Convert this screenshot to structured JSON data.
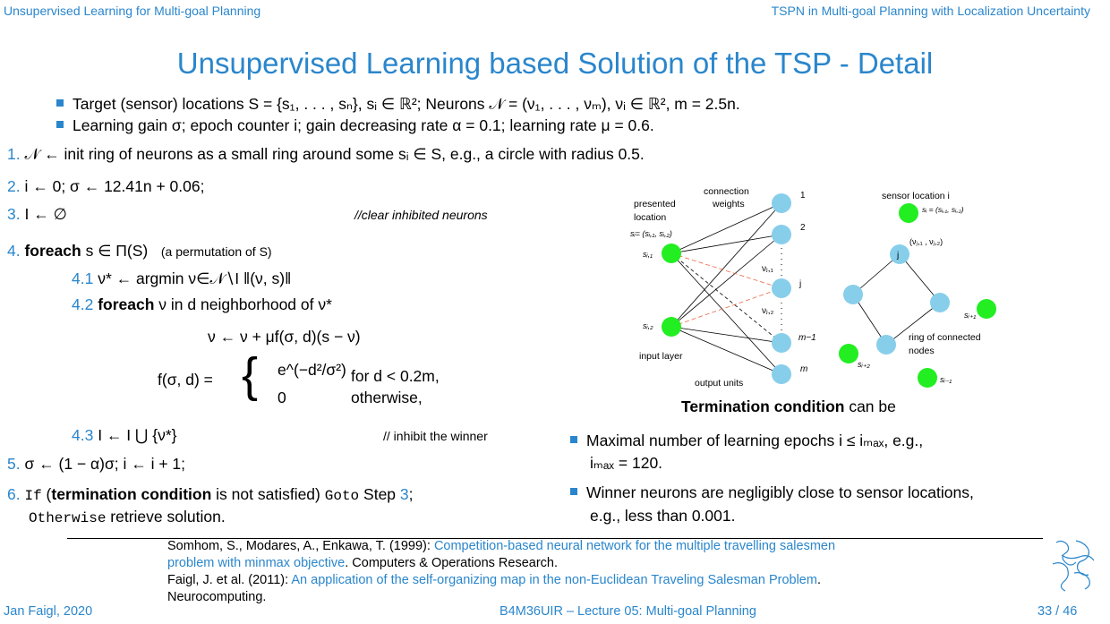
{
  "header": {
    "left": "Unsupervised Learning for Multi-goal Planning",
    "right": "TSPN in Multi-goal Planning with Localization Uncertainty"
  },
  "title": "Unsupervised Learning based Solution of the TSP - Detail",
  "bullets": [
    "Target (sensor) locations S = {s₁, . . . , sₙ}, sᵢ ∈ ℝ²; Neurons 𝒩 = (ν₁, . . . , νₘ), νᵢ ∈ ℝ², m = 2.5n.",
    "Learning gain σ; epoch counter i; gain decreasing rate α = 0.1; learning rate μ = 0.6."
  ],
  "steps": {
    "s1_num": "1.",
    "s1": "𝒩 ← init ring of neurons as a small ring around some sᵢ ∈ S, e.g., a circle with radius 0.5.",
    "s2_num": "2.",
    "s2": "i ← 0; σ ← 12.41n + 0.06;",
    "s3_num": "3.",
    "s3": "I ← ∅",
    "s3_comment": "//clear inhibited neurons",
    "s4_num": "4.",
    "s4_kw": "foreach",
    "s4": "s ∈ Π(S)",
    "s4_note": "(a permutation of S)",
    "s41_num": "4.1",
    "s41": "ν* ← argmin ν∈𝒩∖I ‖(ν, s)‖",
    "s42_num": "4.2",
    "s42_kw": "foreach",
    "s42": "ν in d neighborhood of ν*",
    "update": "ν ← ν + μf(σ, d)(s − ν)",
    "f_lhs": "f(σ, d) =",
    "f_case1": "e^(−d²/σ²)",
    "f_cond1": "for d < 0.2m,",
    "f_case2": "0",
    "f_cond2": "otherwise,",
    "s43_num": "4.3",
    "s43": "I ← I ⋃ {ν*}",
    "s43_comment": "// inhibit the winner",
    "s5_num": "5.",
    "s5": "σ ← (1 − α)σ; i ← i + 1;",
    "s6_num": "6.",
    "s6_if": "If",
    "s6_kw": "termination condition",
    "s6_mid": "is not satisfied)",
    "s6_goto": "Goto",
    "s6_step": "Step",
    "s6_stepnum": "3",
    "s6_end": ";",
    "s6_otherwise": "Otherwise",
    "s6_tail": "retrieve solution."
  },
  "diagram": {
    "presented": "presented",
    "location": "location",
    "si_eq": "sᵢ= (sᵢ,₁, sᵢ,₂)",
    "si1": "sᵢ,₁",
    "si2": "sᵢ,₂",
    "connection": "connection",
    "weights": "weights",
    "n1": "1",
    "n2": "2",
    "nj": "j",
    "nm1": "m−1",
    "nm": "m",
    "vj1": "νⱼ,₁",
    "vj2": "νⱼ,₂",
    "input_layer": "input layer",
    "output_units": "output units",
    "sensor_location": "sensor location i",
    "sensor_eq": "sᵢ = (sᵢ,₁, sᵢ,₂)",
    "node_j": "j",
    "node_j_eq": "(νⱼ,₁ , νⱼ,₂)",
    "ring1": "ring of connected",
    "ring2": "nodes",
    "s_ip1": "sᵢ₊₁",
    "s_ip2": "sᵢ₊₂",
    "s_im1": "sᵢ₋₁",
    "colors": {
      "input": "#22ee22",
      "output": "#87ceeb",
      "dashed": "#ee6644"
    }
  },
  "termination": {
    "heading_bold": "Termination condition",
    "heading_rest": "can be",
    "items": [
      {
        "line1": "Maximal number of learning epochs i ≤ iₘₐₓ, e.g.,",
        "line2": "iₘₐₓ = 120."
      },
      {
        "line1": "Winner neurons are negligibly close to sensor locations,",
        "line2": "e.g., less than 0.001."
      }
    ]
  },
  "references": [
    {
      "authors": "Somhom, S., Modares, A., Enkawa, T. (1999):",
      "title1": "Competition-based neural network for the multiple travelling salesmen",
      "title2": "problem with minmax objective",
      "venue": ". Computers & Operations Research."
    },
    {
      "authors": "Faigl, J. et al. (2011):",
      "title1": "An application of the self-organizing map in the non-Euclidean Traveling Salesman Problem",
      "venue1": ".",
      "venue2": "Neurocomputing."
    }
  ],
  "footer": {
    "author": "Jan Faigl, 2020",
    "course": "B4M36UIR – Lecture 05: Multi-goal Planning",
    "page": "33 / 46"
  },
  "colors": {
    "accent": "#2a86cc"
  }
}
